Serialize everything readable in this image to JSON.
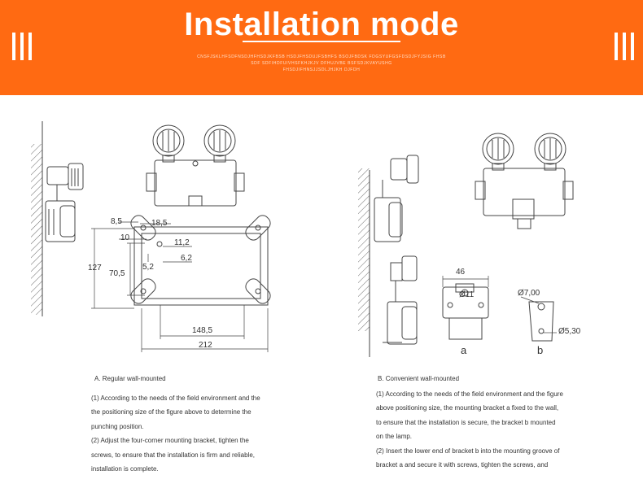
{
  "header": {
    "title": "Installation mode",
    "subtext": [
      "CNSFJSKLHFSDFNSDJHFHSDJKFBSB HSDJFHSDUJFSBHFS BSOJFBDSK FDGSYUFGSFDSDJFYJSIG FHSB",
      "SDF SDFIHDFUIVHSFKHJKJV DFHUJVBE BSFSDJKVAYUSHG",
      "FHSDJIFHNSJJSDLJHJKH DJFDH"
    ],
    "accent_color": "#ff6a12"
  },
  "figure_a": {
    "dimensions": {
      "d_8_5": "8,5",
      "d_18_5": "18,5",
      "d_10": "10",
      "d_11_2": "11,2",
      "d_6_2": "6,2",
      "d_5_2": "5,2",
      "d_127": "127",
      "d_70_5": "70,5",
      "d_148_5": "148,5",
      "d_212": "212"
    }
  },
  "figure_b": {
    "dimensions": {
      "d_46": "46",
      "d_11": "Ø11",
      "d_7": "Ø7,00",
      "d_5_30": "Ø5,30"
    },
    "label_a": "a",
    "label_b": "b"
  },
  "section_a": {
    "caption": "A. Regular wall-mounted",
    "lines": [
      "(1) According to the needs of the field environment and the",
      "the positioning size of the figure above to determine the",
      "punching position.",
      "(2) Adjust the four-corner mounting bracket, tighten the",
      "screws, to ensure that the installation is firm and reliable,",
      "installation is complete."
    ]
  },
  "section_b": {
    "caption": "B. Convenient wall-mounted",
    "lines": [
      "(1) According to the needs of the field environment and the figure",
      "above positioning size, the mounting bracket a fixed to the wall,",
      "to ensure that the installation is secure, the bracket b mounted",
      "on the lamp.",
      "(2) Insert the lower end of bracket b into the mounting groove of",
      "bracket a and secure it with screws, tighten the screws, and"
    ]
  }
}
